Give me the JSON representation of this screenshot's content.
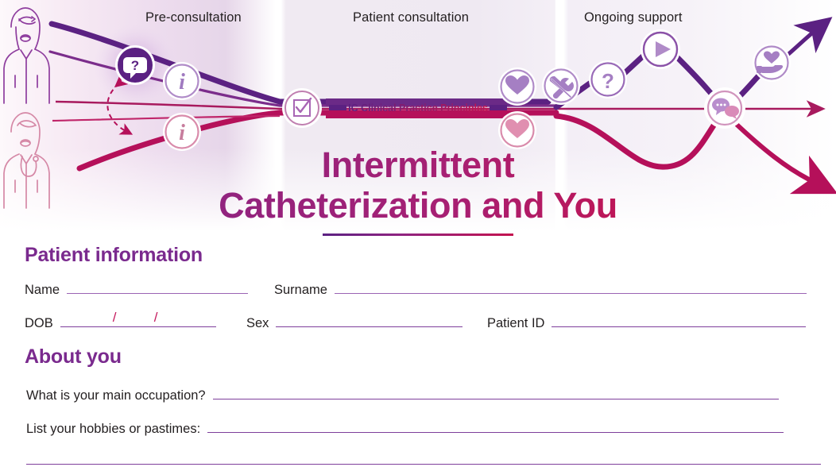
{
  "document": {
    "title_line1": "Intermittent",
    "title_line2": "Catheterization and You"
  },
  "banner": {
    "phases": [
      {
        "key": "pre-consultation",
        "label": "Pre-consultation"
      },
      {
        "key": "patient-consultation",
        "label": "Patient consultation"
      },
      {
        "key": "ongoing-support",
        "label": "Ongoing support"
      }
    ],
    "pathway_label": "IC Clinical Practice Principles",
    "icons": [
      {
        "name": "question-speech-bubble-icon",
        "glyph": "?"
      },
      {
        "name": "information-icon-patient",
        "glyph": "i"
      },
      {
        "name": "information-icon-clinician",
        "glyph": "i"
      },
      {
        "name": "checklist-icon",
        "glyph": "checkbox"
      },
      {
        "name": "heart-icon-purple",
        "glyph": "heart"
      },
      {
        "name": "heart-icon-pink",
        "glyph": "heart"
      },
      {
        "name": "tools-icon",
        "glyph": "tools"
      },
      {
        "name": "question-mark-icon",
        "glyph": "?"
      },
      {
        "name": "play-video-icon",
        "glyph": "play"
      },
      {
        "name": "chat-bubbles-icon",
        "glyph": "chat"
      },
      {
        "name": "hand-holding-heart-icon",
        "glyph": "hand-heart"
      }
    ],
    "persons": [
      {
        "name": "patient-avatar"
      },
      {
        "name": "clinician-avatar"
      }
    ]
  },
  "form": {
    "sections": [
      {
        "key": "patient-information",
        "heading": "Patient information"
      },
      {
        "key": "about-you",
        "heading": "About you"
      }
    ],
    "fields": [
      {
        "key": "name",
        "label": "Name",
        "value": ""
      },
      {
        "key": "surname",
        "label": "Surname",
        "value": ""
      },
      {
        "key": "dob",
        "label": "DOB",
        "value": "",
        "separator1": "/",
        "separator2": "/"
      },
      {
        "key": "sex",
        "label": "Sex",
        "value": ""
      },
      {
        "key": "patient_id",
        "label": "Patient ID",
        "value": ""
      },
      {
        "key": "occupation",
        "label": "What is your main occupation?",
        "value": ""
      },
      {
        "key": "hobbies",
        "label": "List your hobbies or pastimes:",
        "value": ""
      }
    ]
  },
  "colors": {
    "purple": "#7a2a8e",
    "deep_purple": "#5b2182",
    "magenta": "#c4134f",
    "crimson": "#b5105a",
    "lilac": "#b08bc8",
    "pink": "#d98bab",
    "text_dark": "#231f20",
    "rule": "#9b64b4"
  }
}
